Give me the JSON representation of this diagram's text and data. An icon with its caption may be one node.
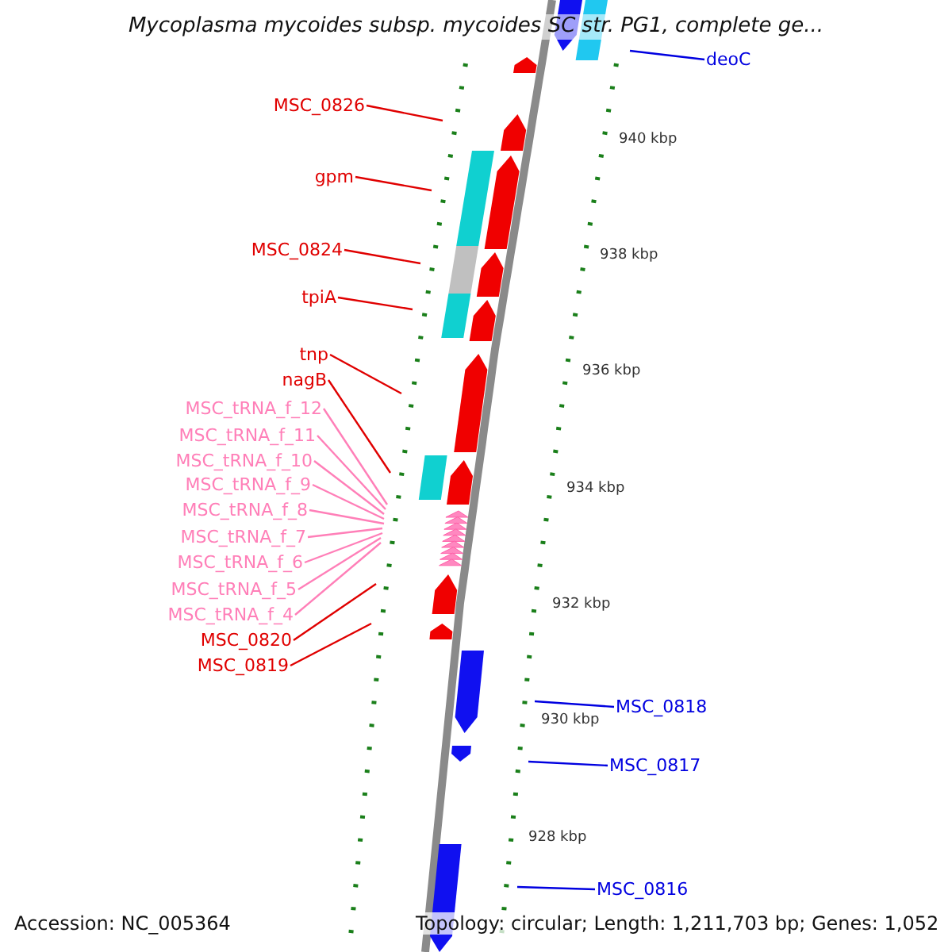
{
  "diagram": {
    "title": "Mycoplasma mycoides subsp. mycoides SC str. PG1, complete ge...",
    "nodes": [
      {
        "text": [
          "deoC"
        ]
      },
      {
        "text": [
          "MSC_0826"
        ]
      },
      {
        "text": [
          "gpm"
        ]
      },
      {
        "text": [
          "MSC_0824"
        ]
      },
      {
        "text": [
          "tpiA"
        ]
      },
      {
        "text": [
          "tnp"
        ]
      },
      {
        "text": [
          "nagB"
        ]
      },
      {
        "text": [
          "MSC_tRNA_f_12"
        ]
      },
      {
        "text": [
          "MSC_tRNA_f_11"
        ]
      },
      {
        "text": [
          "MSC_tRNA_f_10"
        ]
      },
      {
        "text": [
          "MSC_tRNA_f_9"
        ]
      },
      {
        "text": [
          "MSC_tRNA_f_8"
        ]
      },
      {
        "text": [
          "MSC_tRNA_f_7"
        ]
      },
      {
        "text": [
          "MSC_tRNA_f_6"
        ]
      },
      {
        "text": [
          "MSC_tRNA_f_5"
        ]
      },
      {
        "text": [
          "MSC_tRNA_f_4"
        ]
      },
      {
        "text": [
          "MSC_0820"
        ]
      },
      {
        "text": [
          "MSC_0819"
        ]
      },
      {
        "text": [
          "MSC_0818"
        ]
      },
      {
        "text": [
          "MSC_0817"
        ]
      },
      {
        "text": [
          "MSC_0816"
        ]
      }
    ],
    "edges": [
      {
        "from": 0,
        "to": null,
        "arrow": "none",
        "color": "#0000e0"
      },
      {
        "from": 1,
        "to": null,
        "arrow": "none",
        "color": "#e00000"
      },
      {
        "from": 2,
        "to": null,
        "arrow": "none",
        "color": "#e00000"
      },
      {
        "from": 3,
        "to": null,
        "arrow": "none",
        "color": "#e00000"
      },
      {
        "from": 4,
        "to": null,
        "arrow": "none",
        "color": "#e00000"
      },
      {
        "from": 5,
        "to": null,
        "arrow": "none",
        "color": "#e00000"
      },
      {
        "from": 6,
        "to": null,
        "arrow": "none",
        "color": "#e00000"
      },
      {
        "from": 7,
        "to": null,
        "arrow": "none"
      },
      {
        "from": 8,
        "to": null,
        "arrow": "none"
      },
      {
        "from": 9,
        "to": null,
        "arrow": "none"
      },
      {
        "from": 10,
        "to": null,
        "arrow": "none"
      },
      {
        "from": 11,
        "to": null,
        "arrow": "none"
      },
      {
        "from": 12,
        "to": null,
        "arrow": "none"
      },
      {
        "from": 13,
        "to": null,
        "arrow": "none"
      },
      {
        "from": 14,
        "to": null,
        "arrow": "none"
      },
      {
        "from": 15,
        "to": null,
        "arrow": "none"
      },
      {
        "from": 16,
        "to": null,
        "arrow": "none",
        "color": "#e00000"
      },
      {
        "from": 17,
        "to": null,
        "arrow": "none",
        "color": "#e00000"
      },
      {
        "from": 18,
        "to": null,
        "arrow": "none",
        "color": "#0000e0"
      },
      {
        "from": 19,
        "to": null,
        "arrow": "none",
        "color": "#0000e0"
      },
      {
        "from": 20,
        "to": null,
        "arrow": "none",
        "color": "#0000e0"
      }
    ],
    "labels": [
      "940 kbp",
      "938 kbp",
      "936 kbp",
      "934 kbp",
      "932 kbp",
      "930 kbp",
      "928 kbp",
      "Accession: NC_005364",
      "Topology: circular; Length: 1,211,703 bp; Genes: 1,052"
    ]
  }
}
